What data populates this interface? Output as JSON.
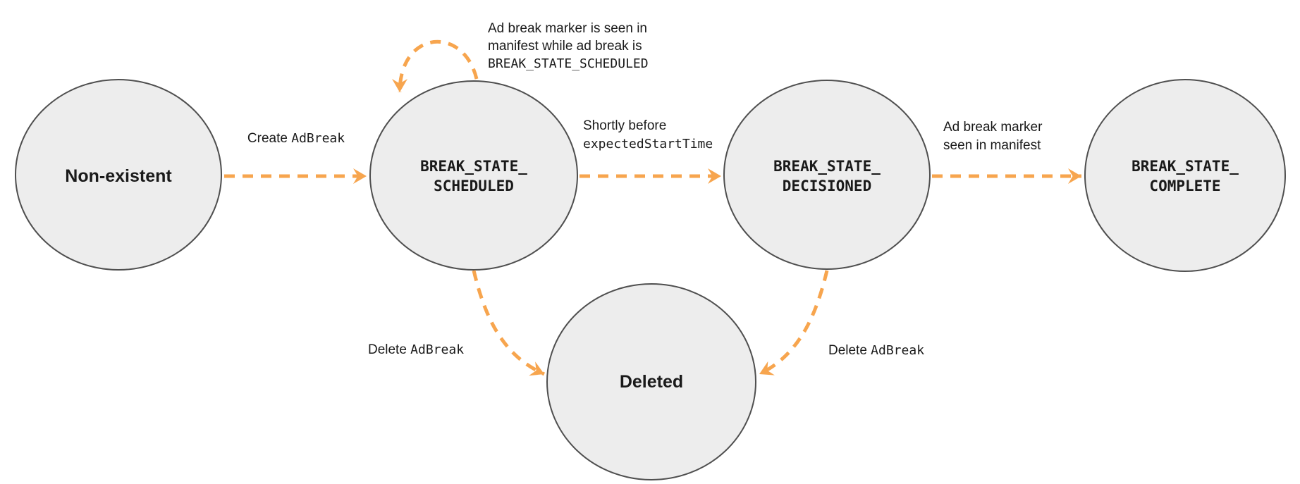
{
  "diagram": {
    "type": "state-diagram",
    "description": "Ad break lifecycle state transitions"
  },
  "colors": {
    "arrow": "#F7A54E",
    "node_fill": "#EDEDED",
    "node_border": "#4F4F4F",
    "text": "#1A1A1A"
  },
  "states": {
    "non_existent": {
      "label": "Non-existent"
    },
    "scheduled": {
      "line1": "BREAK_STATE_",
      "line2": "SCHEDULED"
    },
    "decisioned": {
      "line1": "BREAK_STATE_",
      "line2": "DECISIONED"
    },
    "complete": {
      "line1": "BREAK_STATE_",
      "line2": "COMPLETE"
    },
    "deleted": {
      "label": "Deleted"
    }
  },
  "transitions": {
    "create": {
      "plain": "Create",
      "code": "AdBreak"
    },
    "self_loop": {
      "line1": "Ad break marker is seen in",
      "line2": "manifest while ad break is",
      "line3_code": "BREAK_STATE_SCHEDULED"
    },
    "shortly_before": {
      "line1": "Shortly before",
      "line2_code": "expectedStartTime"
    },
    "marker_seen": {
      "line1": "Ad break marker",
      "line2": "seen in manifest"
    },
    "delete_from_scheduled": {
      "plain": "Delete",
      "code": "AdBreak"
    },
    "delete_from_decisioned": {
      "plain": "Delete",
      "code": "AdBreak"
    }
  }
}
